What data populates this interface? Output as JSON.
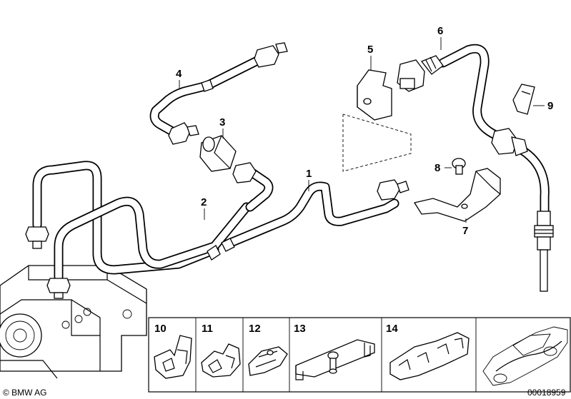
{
  "callouts": {
    "c1": "1",
    "c2": "2",
    "c3": "3",
    "c4": "4",
    "c5": "5",
    "c6": "6",
    "c7": "7",
    "c8": "8",
    "c9": "9",
    "c10": "10",
    "c11": "11",
    "c12": "12",
    "c13": "13",
    "c14": "14"
  },
  "footer": {
    "copyright": "© BMW AG",
    "drawing_number": "00018959"
  },
  "colors": {
    "ink": "#000000",
    "paper": "#ffffff"
  }
}
